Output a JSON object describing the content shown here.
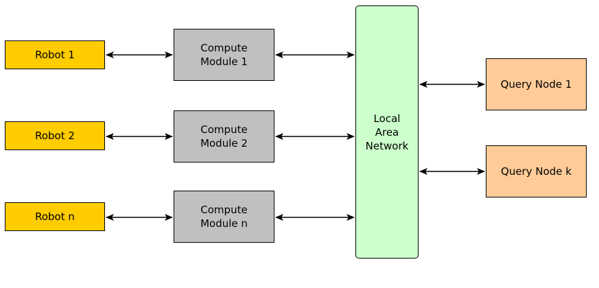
{
  "diagram": {
    "robots": [
      {
        "label": "Robot 1"
      },
      {
        "label": "Robot 2"
      },
      {
        "label": "Robot n"
      }
    ],
    "compute_modules": [
      {
        "label": "Compute\nModule 1"
      },
      {
        "label": "Compute\nModule 2"
      },
      {
        "label": "Compute\nModule n"
      }
    ],
    "network": {
      "label": "Local\nArea\nNetwork"
    },
    "query_nodes": [
      {
        "label": "Query Node 1"
      },
      {
        "label": "Query Node k"
      }
    ],
    "colors": {
      "robot": "#ffcc00",
      "compute": "#c0c0c0",
      "network": "#ccffcc",
      "query": "#ffcc99",
      "arrow": "#000000"
    }
  }
}
